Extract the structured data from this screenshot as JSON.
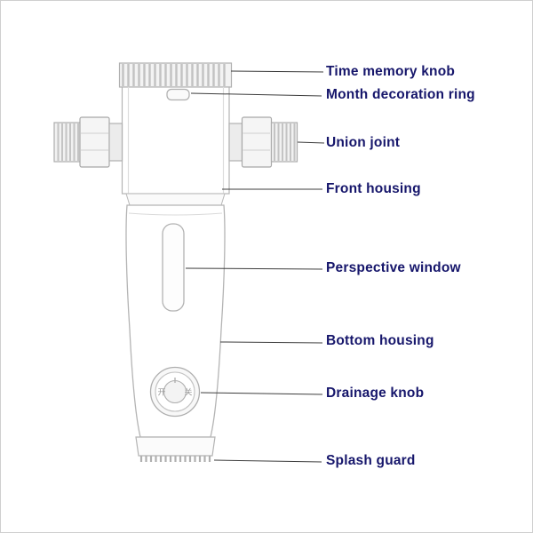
{
  "figure": {
    "background": "#ffffff",
    "label_color": "#16166b",
    "leader_line_color": "#3d3d3d",
    "drawing_line_color": "#b4b4b4"
  },
  "labels": [
    {
      "id": "time-memory-knob",
      "text": "Time memory knob"
    },
    {
      "id": "month-decoration-ring",
      "text": "Month decoration ring"
    },
    {
      "id": "union-joint",
      "text": "Union joint"
    },
    {
      "id": "front-housing",
      "text": "Front housing"
    },
    {
      "id": "perspective-window",
      "text": "Perspective window"
    },
    {
      "id": "bottom-housing",
      "text": "Bottom housing"
    },
    {
      "id": "drainage-knob",
      "text": "Drainage knob"
    },
    {
      "id": "splash-guard",
      "text": "Splash guard"
    }
  ],
  "drainage_knob_markings": {
    "open": "开",
    "close": "关"
  }
}
